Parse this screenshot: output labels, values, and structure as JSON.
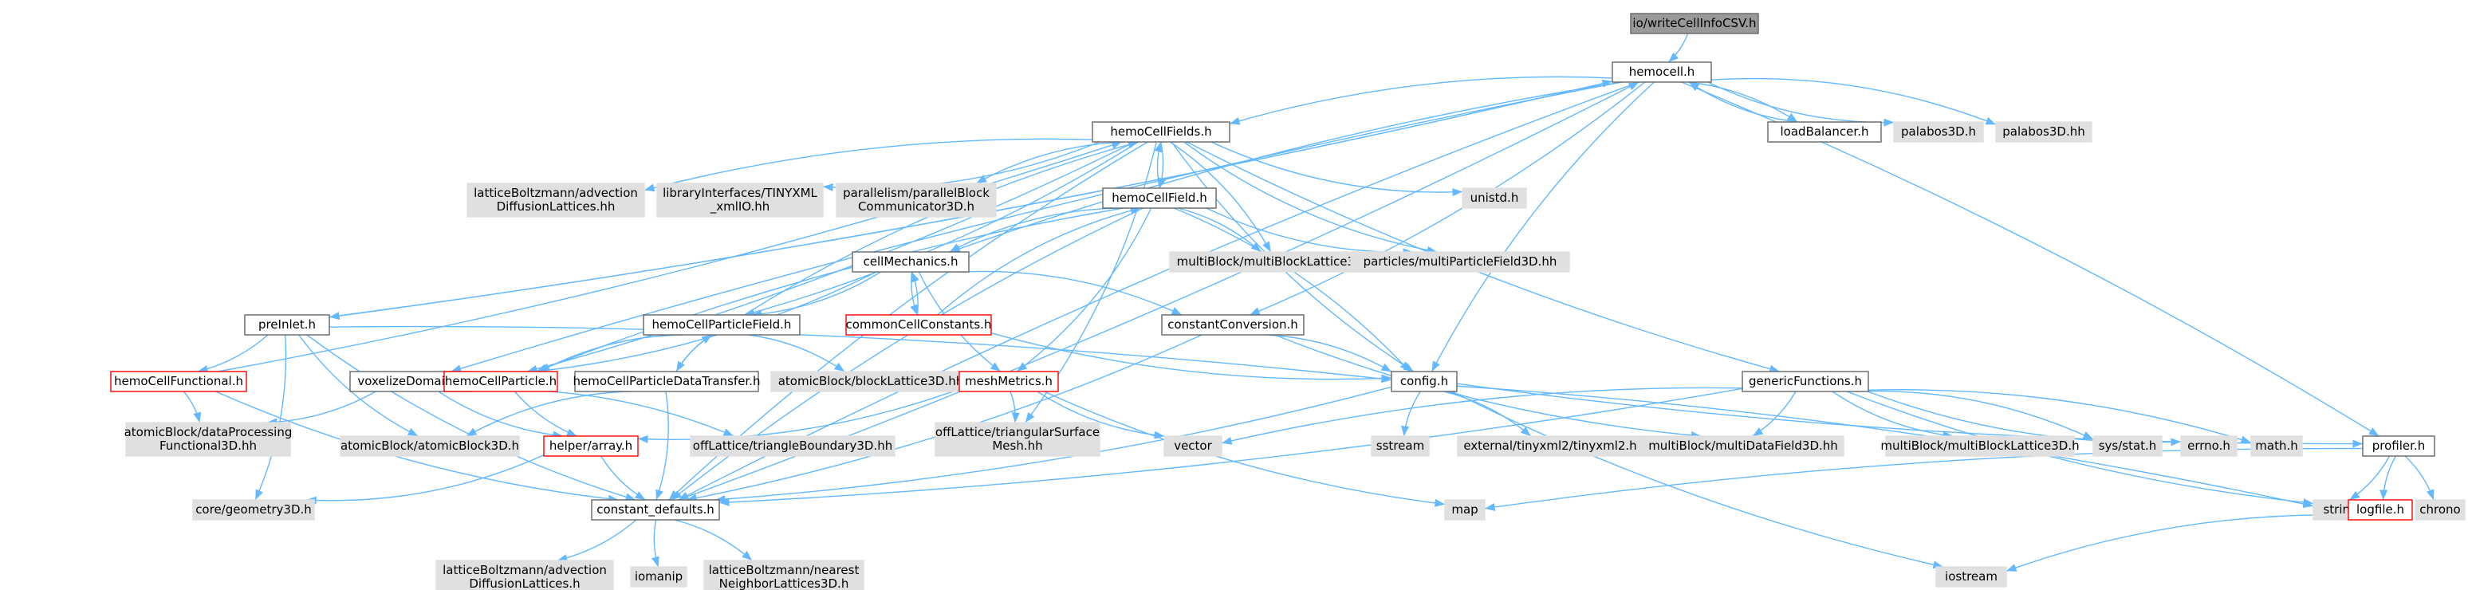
{
  "colors": {
    "edge": "#63b8ff",
    "border": "#666666",
    "white_fill": "#ffffff",
    "grey_fill": "#e0e0e0",
    "root_fill": "#999999",
    "red_border": "#ff0000",
    "text": "#000000"
  },
  "nodes": [
    {
      "id": "root",
      "lines": [
        "io/writeCellInfoCSV.h"
      ],
      "style": "root"
    },
    {
      "id": "hemocell",
      "lines": [
        "hemocell.h"
      ],
      "style": "white"
    },
    {
      "id": "hemoCellFields",
      "lines": [
        "hemoCellFields.h"
      ],
      "style": "white"
    },
    {
      "id": "loadBalancer",
      "lines": [
        "loadBalancer.h"
      ],
      "style": "white"
    },
    {
      "id": "palabos3Dh",
      "lines": [
        "palabos3D.h"
      ],
      "style": "grey"
    },
    {
      "id": "palabos3Dhh",
      "lines": [
        "palabos3D.hh"
      ],
      "style": "grey"
    },
    {
      "id": "lbAdvHH",
      "lines": [
        "latticeBoltzmann/advection",
        "DiffusionLattices.hh"
      ],
      "style": "grey"
    },
    {
      "id": "tinyxmlio",
      "lines": [
        "libraryInterfaces/TINYXML",
        "_xmlIO.hh"
      ],
      "style": "grey"
    },
    {
      "id": "parBlock",
      "lines": [
        "parallelism/parallelBlock",
        "Communicator3D.h"
      ],
      "style": "grey"
    },
    {
      "id": "hemoCellField",
      "lines": [
        "hemoCellField.h"
      ],
      "style": "white"
    },
    {
      "id": "unistd",
      "lines": [
        "unistd.h"
      ],
      "style": "grey"
    },
    {
      "id": "cellMechanics",
      "lines": [
        "cellMechanics.h"
      ],
      "style": "white"
    },
    {
      "id": "mbLattice",
      "lines": [
        "multiBlock/multiBlockLattice3D.hh"
      ],
      "style": "grey"
    },
    {
      "id": "particleField",
      "lines": [
        "particles/multiParticleField3D.hh"
      ],
      "style": "grey"
    },
    {
      "id": "preInlet",
      "lines": [
        "preInlet.h"
      ],
      "style": "white"
    },
    {
      "id": "hcParticleField",
      "lines": [
        "hemoCellParticleField.h"
      ],
      "style": "white"
    },
    {
      "id": "commonCellConstants",
      "lines": [
        "commonCellConstants.h"
      ],
      "style": "red"
    },
    {
      "id": "constantConversion",
      "lines": [
        "constantConversion.h"
      ],
      "style": "white"
    },
    {
      "id": "genericFunctions",
      "lines": [
        "genericFunctions.h"
      ],
      "style": "white"
    },
    {
      "id": "hcFunctional",
      "lines": [
        "hemoCellFunctional.h"
      ],
      "style": "red"
    },
    {
      "id": "voxelizeDomain",
      "lines": [
        "voxelizeDomain.h"
      ],
      "style": "white"
    },
    {
      "id": "hcParticle",
      "lines": [
        "hemoCellParticle.h"
      ],
      "style": "red"
    },
    {
      "id": "hcPDT",
      "lines": [
        "hemoCellParticleDataTransfer.h"
      ],
      "style": "white"
    },
    {
      "id": "blockLattice",
      "lines": [
        "atomicBlock/blockLattice3D.hh"
      ],
      "style": "grey"
    },
    {
      "id": "meshMetrics",
      "lines": [
        "meshMetrics.h"
      ],
      "style": "red"
    },
    {
      "id": "config",
      "lines": [
        "config.h"
      ],
      "style": "white"
    },
    {
      "id": "atomicDataProc",
      "lines": [
        "atomicBlock/dataProcessing",
        "Functional3D.hh"
      ],
      "style": "grey"
    },
    {
      "id": "atomicBlock3D",
      "lines": [
        "atomicBlock/atomicBlock3D.h"
      ],
      "style": "grey"
    },
    {
      "id": "helperArray",
      "lines": [
        "helper/array.h"
      ],
      "style": "red"
    },
    {
      "id": "triBoundary",
      "lines": [
        "offLattice/triangleBoundary3D.hh"
      ],
      "style": "grey"
    },
    {
      "id": "triSurface",
      "lines": [
        "offLattice/triangularSurface",
        "Mesh.hh"
      ],
      "style": "grey"
    },
    {
      "id": "vector",
      "lines": [
        "vector"
      ],
      "style": "grey"
    },
    {
      "id": "sstream",
      "lines": [
        "sstream"
      ],
      "style": "grey"
    },
    {
      "id": "tinyxml2",
      "lines": [
        "external/tinyxml2/tinyxml2.h"
      ],
      "style": "grey"
    },
    {
      "id": "mbDataField",
      "lines": [
        "multiBlock/multiDataField3D.hh"
      ],
      "style": "grey"
    },
    {
      "id": "mbLatticeH",
      "lines": [
        "multiBlock/multiBlockLattice3D.h"
      ],
      "style": "grey"
    },
    {
      "id": "sysstat",
      "lines": [
        "sys/stat.h"
      ],
      "style": "grey"
    },
    {
      "id": "errno",
      "lines": [
        "errno.h"
      ],
      "style": "grey"
    },
    {
      "id": "math",
      "lines": [
        "math.h"
      ],
      "style": "grey"
    },
    {
      "id": "profiler",
      "lines": [
        "profiler.h"
      ],
      "style": "white"
    },
    {
      "id": "coreGeometry",
      "lines": [
        "core/geometry3D.h"
      ],
      "style": "grey"
    },
    {
      "id": "constantDefaults",
      "lines": [
        "constant_defaults.h"
      ],
      "style": "white"
    },
    {
      "id": "map",
      "lines": [
        "map"
      ],
      "style": "grey"
    },
    {
      "id": "string",
      "lines": [
        "string"
      ],
      "style": "grey"
    },
    {
      "id": "logfile",
      "lines": [
        "logfile.h"
      ],
      "style": "red"
    },
    {
      "id": "chrono",
      "lines": [
        "chrono"
      ],
      "style": "grey"
    },
    {
      "id": "lbAdvH",
      "lines": [
        "latticeBoltzmann/advection",
        "DiffusionLattices.h"
      ],
      "style": "grey"
    },
    {
      "id": "iomanip",
      "lines": [
        "iomanip"
      ],
      "style": "grey"
    },
    {
      "id": "lbNearest",
      "lines": [
        "latticeBoltzmann/nearest",
        "NeighborLattices3D.h"
      ],
      "style": "grey"
    },
    {
      "id": "iostream",
      "lines": [
        "iostream"
      ],
      "style": "grey"
    }
  ],
  "edges": [
    [
      "root",
      "hemocell"
    ],
    [
      "hemocell",
      "hemoCellFields"
    ],
    [
      "hemocell",
      "loadBalancer"
    ],
    [
      "hemocell",
      "palabos3Dh"
    ],
    [
      "hemocell",
      "palabos3Dhh"
    ],
    [
      "hemocell",
      "cellMechanics"
    ],
    [
      "hemocell",
      "preInlet"
    ],
    [
      "hemocell",
      "voxelizeDomain"
    ],
    [
      "hemocell",
      "constantConversion"
    ],
    [
      "hemocell",
      "config"
    ],
    [
      "hemocell",
      "profiler"
    ],
    [
      "hemocell",
      "constantDefaults"
    ],
    [
      "loadBalancer",
      "hemocell"
    ],
    [
      "hemoCellFields",
      "lbAdvHH"
    ],
    [
      "hemoCellFields",
      "tinyxmlio"
    ],
    [
      "hemoCellFields",
      "parBlock"
    ],
    [
      "hemoCellFields",
      "hemoCellField"
    ],
    [
      "hemoCellFields",
      "unistd"
    ],
    [
      "hemoCellFields",
      "mbLattice"
    ],
    [
      "hemoCellFields",
      "particleField"
    ],
    [
      "hemoCellFields",
      "hcParticleField"
    ],
    [
      "hemoCellFields",
      "genericFunctions"
    ],
    [
      "hemoCellFields",
      "hcParticle"
    ],
    [
      "hemoCellFields",
      "config"
    ],
    [
      "hemoCellFields",
      "triSurface"
    ],
    [
      "hemoCellFields",
      "constantDefaults"
    ],
    [
      "hemoCellField",
      "hemoCellFields"
    ],
    [
      "hemoCellField",
      "cellMechanics"
    ],
    [
      "hemoCellField",
      "mbLattice"
    ],
    [
      "hemoCellField",
      "particleField"
    ],
    [
      "hemoCellField",
      "meshMetrics"
    ],
    [
      "hemoCellField",
      "hcParticle"
    ],
    [
      "hemoCellField",
      "config"
    ],
    [
      "hemoCellField",
      "constantDefaults"
    ],
    [
      "cellMechanics",
      "hcParticleField"
    ],
    [
      "cellMechanics",
      "commonCellConstants"
    ],
    [
      "cellMechanics",
      "constantConversion"
    ],
    [
      "cellMechanics",
      "meshMetrics"
    ],
    [
      "cellMechanics",
      "hcParticle"
    ],
    [
      "commonCellConstants",
      "cellMechanics"
    ],
    [
      "commonCellConstants",
      "hemoCellField"
    ],
    [
      "commonCellConstants",
      "config"
    ],
    [
      "hcParticleField",
      "hemoCellFields"
    ],
    [
      "hcParticleField",
      "hcPDT"
    ],
    [
      "hcParticleField",
      "blockLattice"
    ],
    [
      "hcParticleField",
      "hcParticle"
    ],
    [
      "hcPDT",
      "hcParticleField"
    ],
    [
      "hcPDT",
      "atomicBlock3D"
    ],
    [
      "hcPDT",
      "constantDefaults"
    ],
    [
      "preInlet",
      "hemocell"
    ],
    [
      "preInlet",
      "hcFunctional"
    ],
    [
      "preInlet",
      "atomicBlock3D"
    ],
    [
      "preInlet",
      "coreGeometry"
    ],
    [
      "preInlet",
      "constantDefaults"
    ],
    [
      "preInlet",
      "config"
    ],
    [
      "hcFunctional",
      "hemoCellFields"
    ],
    [
      "hcFunctional",
      "atomicDataProc"
    ],
    [
      "hcFunctional",
      "constantDefaults"
    ],
    [
      "voxelizeDomain",
      "atomicDataProc"
    ],
    [
      "voxelizeDomain",
      "helperArray"
    ],
    [
      "voxelizeDomain",
      "triBoundary"
    ],
    [
      "hcParticle",
      "helperArray"
    ],
    [
      "meshMetrics",
      "triSurface"
    ],
    [
      "meshMetrics",
      "vector"
    ],
    [
      "meshMetrics",
      "helperArray"
    ],
    [
      "meshMetrics",
      "map"
    ],
    [
      "constantConversion",
      "config"
    ],
    [
      "constantConversion",
      "mbDataField"
    ],
    [
      "constantConversion",
      "constantDefaults"
    ],
    [
      "config",
      "sstream"
    ],
    [
      "config",
      "tinyxml2"
    ],
    [
      "config",
      "profiler"
    ],
    [
      "config",
      "string"
    ],
    [
      "config",
      "iostream"
    ],
    [
      "config",
      "constantDefaults"
    ],
    [
      "genericFunctions",
      "vector"
    ],
    [
      "genericFunctions",
      "mbDataField"
    ],
    [
      "genericFunctions",
      "mbLatticeH"
    ],
    [
      "genericFunctions",
      "sysstat"
    ],
    [
      "genericFunctions",
      "errno"
    ],
    [
      "genericFunctions",
      "math"
    ],
    [
      "genericFunctions",
      "string"
    ],
    [
      "genericFunctions",
      "constantDefaults"
    ],
    [
      "helperArray",
      "constantDefaults"
    ],
    [
      "helperArray",
      "coreGeometry"
    ],
    [
      "constantDefaults",
      "hemocell"
    ],
    [
      "constantDefaults",
      "lbAdvH"
    ],
    [
      "constantDefaults",
      "iomanip"
    ],
    [
      "constantDefaults",
      "lbNearest"
    ],
    [
      "profiler",
      "map"
    ],
    [
      "profiler",
      "string"
    ],
    [
      "profiler",
      "logfile"
    ],
    [
      "profiler",
      "chrono"
    ],
    [
      "logfile",
      "iostream"
    ]
  ]
}
